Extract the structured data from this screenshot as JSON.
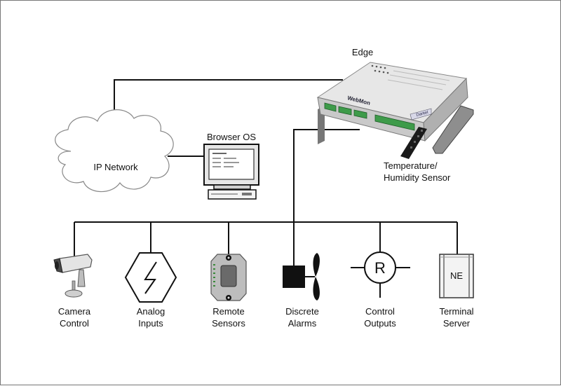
{
  "diagram": {
    "edge": {
      "label": "Edge",
      "brand_text": "WebMon",
      "maker_text": "Dantel"
    },
    "network": {
      "label": "IP Network"
    },
    "browser": {
      "label": "Browser OS"
    },
    "sensor": {
      "label": "Temperature/\nHumidity Sensor"
    },
    "devices": [
      {
        "id": "camera",
        "label": "Camera\nControl",
        "icon": "security-camera-icon"
      },
      {
        "id": "analog",
        "label": "Analog\nInputs",
        "icon": "lightning-octagon-icon"
      },
      {
        "id": "remote",
        "label": "Remote\nSensors",
        "icon": "remote-sensor-module-icon"
      },
      {
        "id": "discrete",
        "label": "Discrete\nAlarms",
        "icon": "alarm-relay-icon"
      },
      {
        "id": "control",
        "label": "Control\nOutputs",
        "icon": "relay-r-icon",
        "symbol": "R"
      },
      {
        "id": "terminal",
        "label": "Terminal\nServer",
        "icon": "ne-cabinet-icon",
        "symbol": "NE"
      }
    ]
  }
}
